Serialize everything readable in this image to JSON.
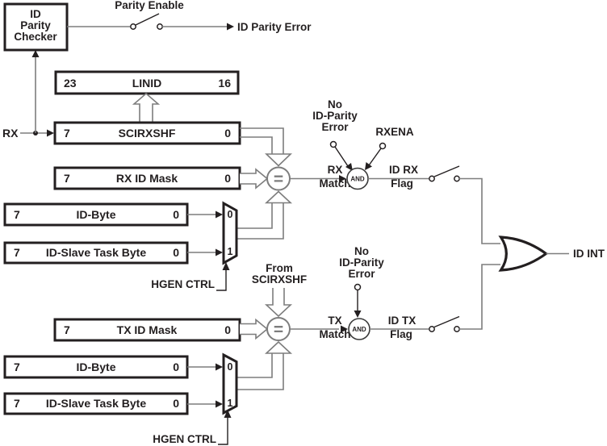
{
  "colors": {
    "ink": "#231f20",
    "wire": "#7d7d7d",
    "bg": "#ffffff"
  },
  "pc": {
    "l1": "ID",
    "l2": "Parity",
    "l3": "Checker"
  },
  "reg": {
    "linid": {
      "hi": "23",
      "name": "LINID",
      "lo": "16"
    },
    "scirxshf": {
      "hi": "7",
      "name": "SCIRXSHF",
      "lo": "0"
    },
    "rxmask": {
      "hi": "7",
      "name": "RX ID Mask",
      "lo": "0"
    },
    "idbyte_rx": {
      "hi": "7",
      "name": "ID-Byte",
      "lo": "0"
    },
    "idslave_rx": {
      "hi": "7",
      "name": "ID-Slave Task Byte",
      "lo": "0"
    },
    "txmask": {
      "hi": "7",
      "name": "TX ID Mask",
      "lo": "0"
    },
    "idbyte_tx": {
      "hi": "7",
      "name": "ID-Byte",
      "lo": "0"
    },
    "idslave_tx": {
      "hi": "7",
      "name": "ID-Slave Task Byte",
      "lo": "0"
    }
  },
  "lbl": {
    "parity_enable": "Parity Enable",
    "id_parity_error": "ID Parity Error",
    "rx": "RX",
    "rxena": "RXENA",
    "id_int": "ID INT",
    "hgen_rx": "HGEN CTRL",
    "hgen_tx": "HGEN CTRL",
    "eq": "=",
    "and": "AND",
    "rx_match": {
      "l1": "RX",
      "l2": "Match"
    },
    "id_rx_flag": {
      "l1": "ID RX",
      "l2": "Flag"
    },
    "tx_match": {
      "l1": "TX",
      "l2": "Match"
    },
    "id_tx_flag": {
      "l1": "ID TX",
      "l2": "Flag"
    },
    "no_parity_rx": {
      "l1": "No",
      "l2": "ID-Parity",
      "l3": "Error"
    },
    "no_parity_tx": {
      "l1": "No",
      "l2": "ID-Parity",
      "l3": "Error"
    },
    "from_scirxshf": {
      "l1": "From",
      "l2": "SCIRXSHF"
    },
    "mux": {
      "in0": "0",
      "in1": "1"
    }
  }
}
